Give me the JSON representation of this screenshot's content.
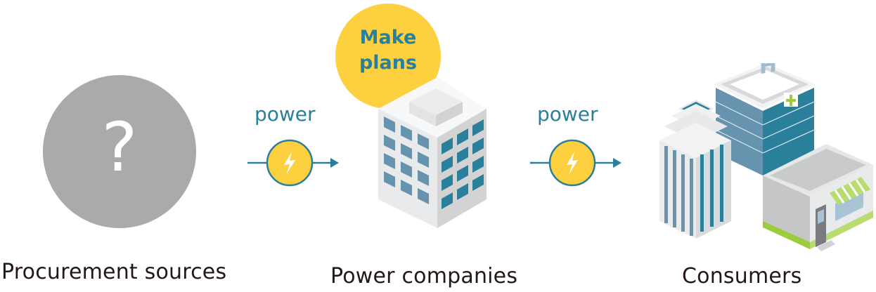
{
  "diagram": {
    "nodes": [
      {
        "id": "procurement",
        "label": "Procurement sources",
        "icon": "question-mark-circle-icon",
        "symbol": "?"
      },
      {
        "id": "power-companies",
        "label": "Power companies",
        "icon": "office-building-icon",
        "callout": "Make\nplans"
      },
      {
        "id": "consumers",
        "label": "Consumers",
        "icon": "city-buildings-icon"
      }
    ],
    "edges": [
      {
        "from": "procurement",
        "to": "power-companies",
        "label": "power",
        "icon": "lightning-bolt-icon"
      },
      {
        "from": "power-companies",
        "to": "consumers",
        "label": "power",
        "icon": "lightning-bolt-icon"
      }
    ],
    "callout": {
      "line1": "Make",
      "line2": "plans"
    }
  },
  "colors": {
    "teal": "#2a7f9b",
    "yellow": "#fcd03f",
    "gray_circle": "#a9aaa9",
    "label_text": "#231815",
    "green_accent": "#9ccc3c"
  }
}
